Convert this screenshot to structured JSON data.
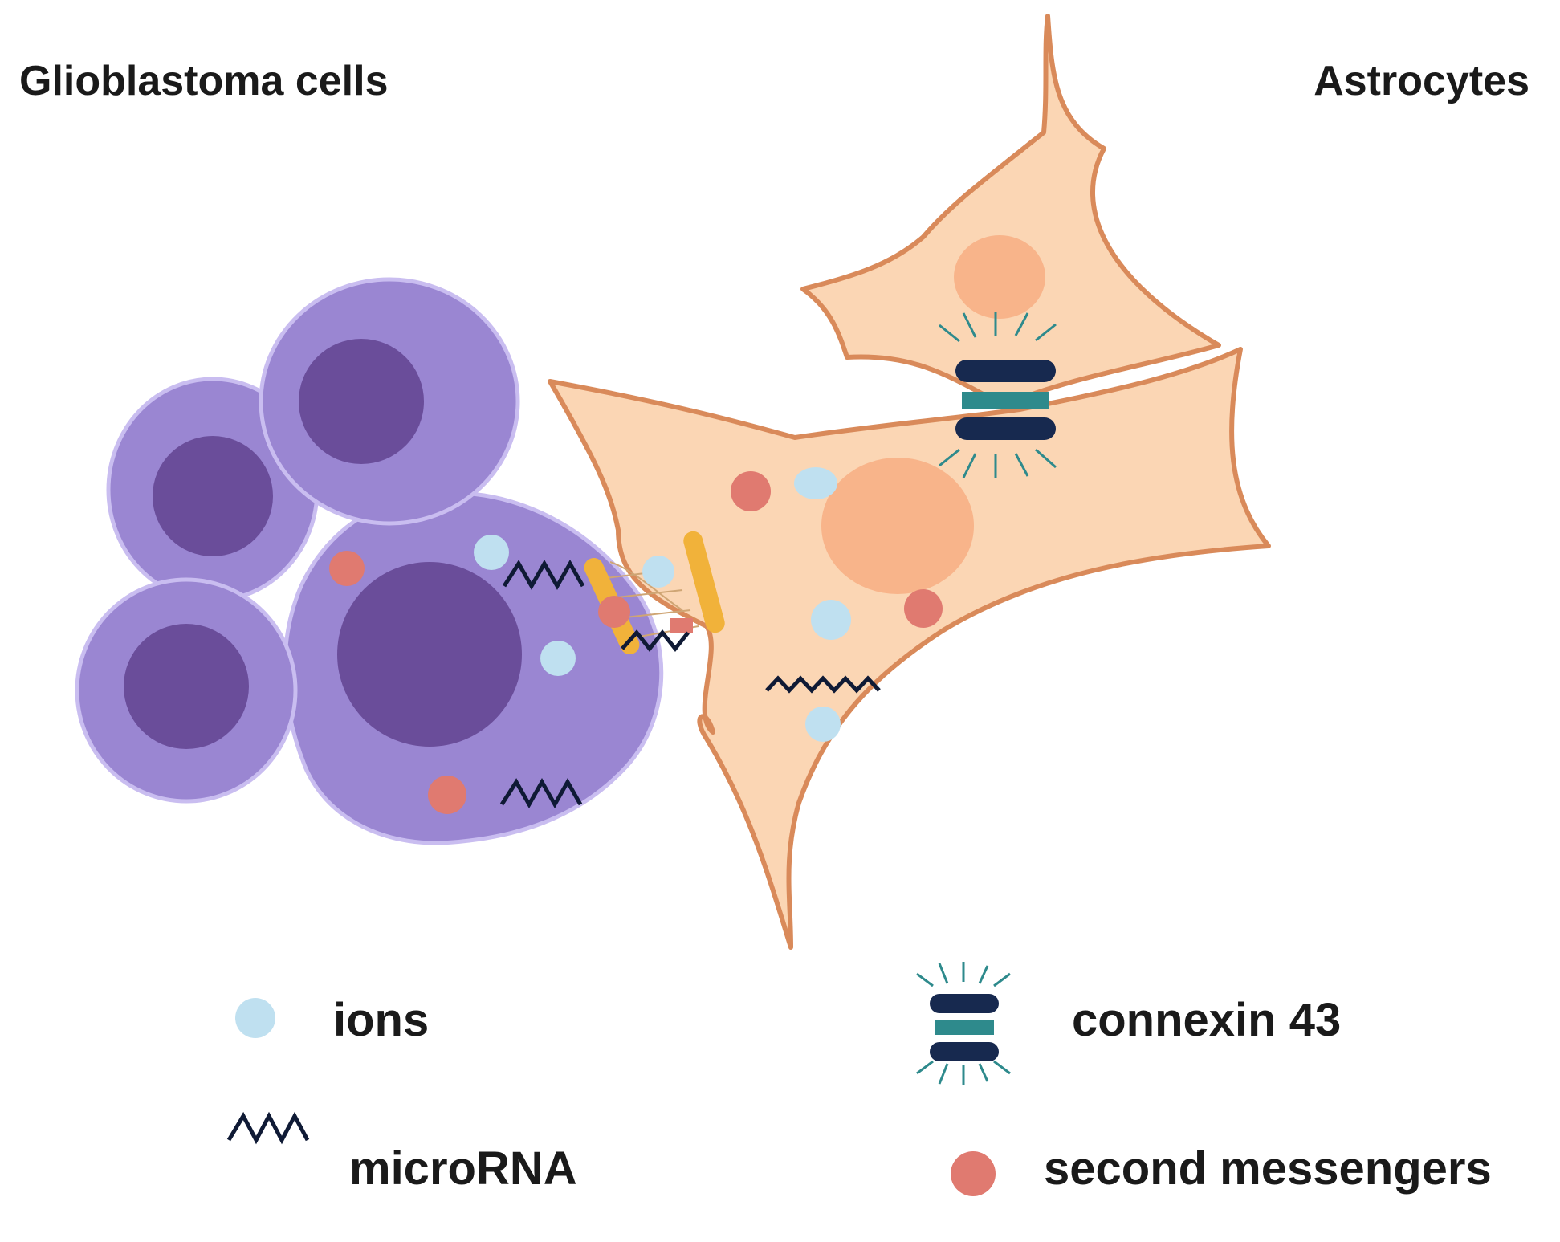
{
  "labels": {
    "left_title": "Glioblastoma cells",
    "right_title": "Astrocytes"
  },
  "legend": {
    "ions": "ions",
    "microrna": "microRNA",
    "connexin": "connexin 43",
    "second_messengers": "second messengers"
  },
  "colors": {
    "glioblastoma_cell": "#9a86d2",
    "glioblastoma_nucleus": "#6a4d9a",
    "astrocyte_fill": "#fbd6b4",
    "astrocyte_outline": "#d98a5a",
    "astrocyte_nucleus": "#f8b48a",
    "ion": "#bfe0f0",
    "second_messenger": "#e07a70",
    "microrna": "#0f1a35",
    "connexin_dark": "#17294f",
    "connexin_teal": "#2e8a8c"
  }
}
